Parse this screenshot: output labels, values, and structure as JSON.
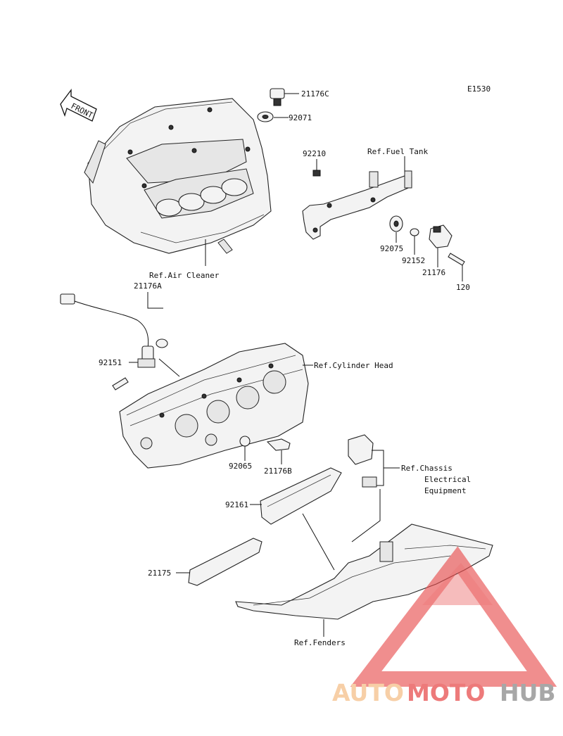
{
  "diagram_code": "E1530",
  "front_label": "FRONT",
  "labels": {
    "p21176C": "21176C",
    "p92071": "92071",
    "p92210": "92210",
    "ref_fuel_tank": "Ref.Fuel Tank",
    "ref_air_cleaner": "Ref.Air Cleaner",
    "p21176A": "21176A",
    "p92075": "92075",
    "p92152": "92152",
    "p21176": "21176",
    "p120": "120",
    "p92151": "92151",
    "ref_cylinder_head": "Ref.Cylinder Head",
    "p92065": "92065",
    "p21176B": "21176B",
    "ref_chassis_1": "Ref.Chassis",
    "ref_chassis_2": "Electrical",
    "ref_chassis_3": "Equipment",
    "p92161": "92161",
    "p21175": "21175",
    "ref_fenders": "Ref.Fenders"
  },
  "watermark": {
    "part1": "AUTO",
    "part2": "MOTO",
    "part3": "HUB",
    "color_orange": "#f5c08a",
    "color_red": "#e84e4e",
    "color_grey": "#8a8a8a"
  }
}
